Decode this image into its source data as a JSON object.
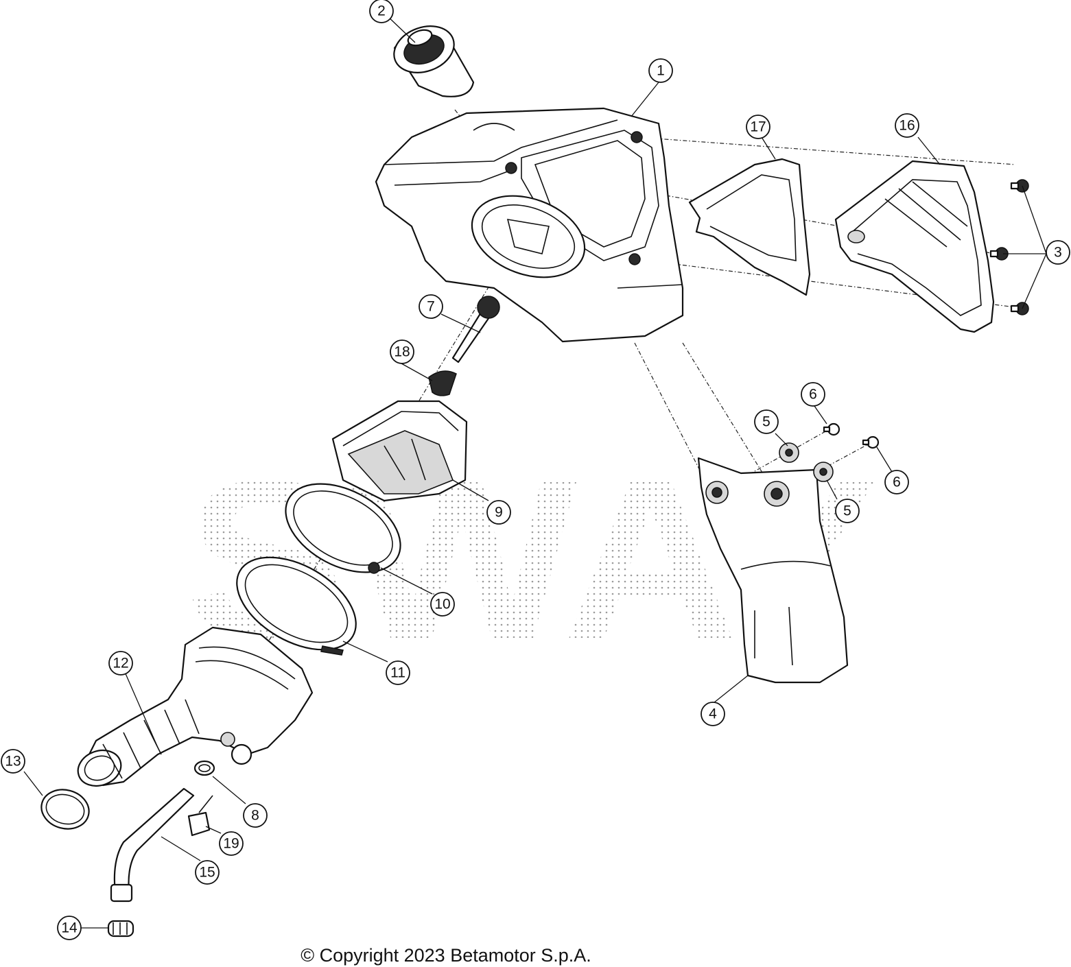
{
  "diagram": {
    "watermark_text": "SWAY",
    "copyright": "© Copyright 2023 Betamotor S.p.A.",
    "callouts": [
      {
        "id": "c1",
        "label": "1"
      },
      {
        "id": "c2",
        "label": "2"
      },
      {
        "id": "c3",
        "label": "3"
      },
      {
        "id": "c4",
        "label": "4"
      },
      {
        "id": "c5a",
        "label": "5"
      },
      {
        "id": "c5b",
        "label": "5"
      },
      {
        "id": "c6a",
        "label": "6"
      },
      {
        "id": "c6b",
        "label": "6"
      },
      {
        "id": "c7",
        "label": "7"
      },
      {
        "id": "c8",
        "label": "8"
      },
      {
        "id": "c9",
        "label": "9"
      },
      {
        "id": "c10",
        "label": "10"
      },
      {
        "id": "c11",
        "label": "11"
      },
      {
        "id": "c12",
        "label": "12"
      },
      {
        "id": "c13",
        "label": "13"
      },
      {
        "id": "c14",
        "label": "14"
      },
      {
        "id": "c15",
        "label": "15"
      },
      {
        "id": "c16",
        "label": "16"
      },
      {
        "id": "c17",
        "label": "17"
      },
      {
        "id": "c18",
        "label": "18"
      },
      {
        "id": "c19",
        "label": "19"
      }
    ]
  }
}
